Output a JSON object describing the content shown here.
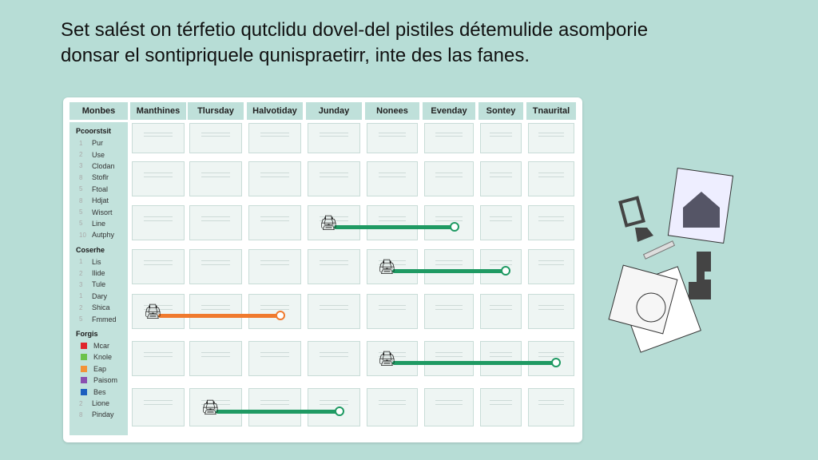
{
  "headline": [
    "Set salést on térfetio qutclidu dovel-del pistiles détemulide asomþorie",
    "donsar el sontipriquele qunispraetirr, inte des las fanes."
  ],
  "calendar": {
    "side_header": "Monbes",
    "columns": [
      "Manthines",
      "Tlursday",
      "Halvotiday",
      "Junday",
      "Nonees",
      "Evenday",
      "Sontey",
      "Tnaurital"
    ]
  },
  "sidebar": {
    "sections": [
      {
        "title": "Pcoorstsit",
        "items": [
          {
            "n": "1",
            "label": "Pur"
          },
          {
            "n": "2",
            "label": "Use"
          },
          {
            "n": "3",
            "label": "Clodan"
          },
          {
            "n": "8",
            "label": "Stoflr"
          },
          {
            "n": "5",
            "label": "Ftoal"
          },
          {
            "n": "8",
            "label": "Hdjat"
          },
          {
            "n": "5",
            "label": "Wisort"
          },
          {
            "n": "5",
            "label": "Line"
          },
          {
            "n": "10",
            "label": "Autphy"
          }
        ]
      },
      {
        "title": "Coserhe",
        "items": [
          {
            "n": "1",
            "label": "Lis"
          },
          {
            "n": "2",
            "label": "Ilide"
          },
          {
            "n": "3",
            "label": "Tule"
          },
          {
            "n": "1",
            "label": "Dary"
          },
          {
            "n": "2",
            "label": "Shica"
          },
          {
            "n": "5",
            "label": "Fmmed"
          }
        ]
      },
      {
        "title": "Forgis",
        "items": [
          {
            "color": "#e0242b",
            "label": "Mcar"
          },
          {
            "color": "#6cc24a",
            "label": "Knole"
          },
          {
            "color": "#f39237",
            "label": "Eap"
          },
          {
            "color": "#8a4fb0",
            "label": "Paisom"
          },
          {
            "color": "#1d5fbf",
            "label": "Bes"
          },
          {
            "n": "2",
            "label": "Lione"
          },
          {
            "n": "8",
            "label": "Pinday"
          }
        ]
      }
    ]
  },
  "colors": {
    "green": "#1f9a63",
    "orange": "#f07a2e"
  },
  "bars": [
    {
      "row": 2,
      "from": "Junday",
      "to": "Evenday",
      "color": "green"
    },
    {
      "row": 3,
      "from": "Nonees",
      "to": "Sontey",
      "color": "green"
    },
    {
      "row": 4,
      "from": "Manthines",
      "to": "Halvotiday",
      "color": "orange"
    },
    {
      "row": 5,
      "from": "Nonees",
      "to": "Tnaurital",
      "color": "green"
    },
    {
      "row": 6,
      "from": "Tlursday",
      "to": "Junday",
      "color": "green"
    }
  ]
}
